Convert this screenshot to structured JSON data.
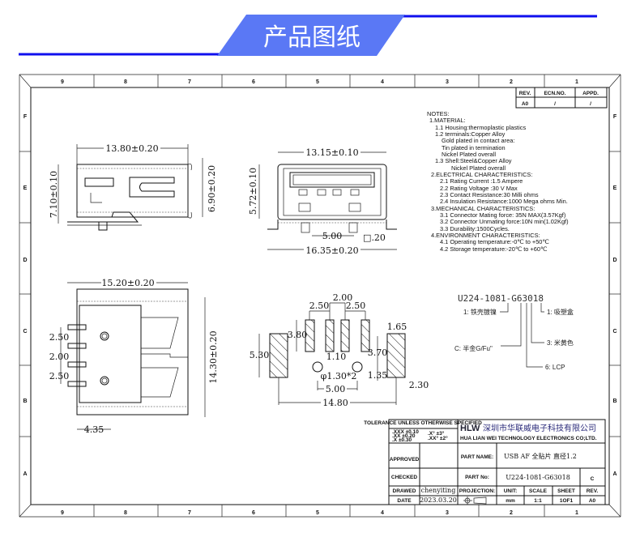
{
  "banner": {
    "title": "产品图纸",
    "bg_color": "#5a78f5",
    "line_color": "#1010ee"
  },
  "grid": {
    "columns": [
      "9",
      "8",
      "7",
      "6",
      "5",
      "4",
      "3",
      "2",
      "1"
    ],
    "rows": [
      "F",
      "E",
      "D",
      "C",
      "B",
      "A"
    ]
  },
  "revision_table": {
    "headers": [
      "REV.",
      "ECN.NO.",
      "APPD."
    ],
    "values": [
      "A0",
      "/",
      "/"
    ]
  },
  "notes": [
    "NOTES:",
    "1.MATERIAL:",
    "1.1  Housing:thermoplastic plastics",
    "1.2  terminals:Copper Alloy",
    "Gold plated in contact area:",
    "Tin plated in termination",
    "Nickel Plated overall",
    "1.3  Shell:Steel&Copper Alloy",
    "Nickel Plated overall",
    "2.ELECTRICAL CHARACTERISTICS:",
    "2.1  Rating Current :1.5 Ampere",
    "2.2  Rating Voltage :30 V Max",
    "2.3  Contact Resistance:30 Milli ohms",
    "2.4  Insulation Resistance:1000 Mega ohms Min.",
    "3.MECHANICAL CHARACTERISTICS:",
    "3.1  Connector Mating force: 35N MAX(3.57Kgf)",
    "3.2  Connector Unmating force:10N min(1.02Kgf)",
    "3.3  Durability:1500Cycles.",
    "4.ENVIRONMENT CHARACTERISTICS:",
    "4.1  Operating temperature:-0℃ to +50℃",
    "4.2  Storage temperature:-20℃ to +60℃"
  ],
  "side_view": {
    "width": "13.80±0.20",
    "height_left": "7.10±0.10",
    "height_right": "6.90±0.20"
  },
  "front_view": {
    "width": "13.15±0.10",
    "height": "5.72±0.10",
    "pitch": "5.00",
    "pin": "□.20",
    "overall": "16.35±0.20"
  },
  "top_view": {
    "width": "15.20±0.20",
    "height": "14.30±0.20",
    "pitch_a": "2.50",
    "pitch_b": "2.00",
    "pitch_c": "2.50",
    "offset": "4.35"
  },
  "footprint": {
    "d_200": "2.00",
    "d_250a": "2.50",
    "d_250b": "2.50",
    "d_380": "3.80",
    "d_165": "1.65",
    "d_530": "5.30",
    "d_370": "3.70",
    "d_110": "1.10",
    "d_hole": "φ1.30*2",
    "d_135": "1.35",
    "d_500": "5.00",
    "d_230": "2.30",
    "d_1480": "14.80"
  },
  "part_code": {
    "code": "U224-1081-G63018",
    "callouts": [
      "1: 铁壳镀镍",
      "1: 吸塑盒",
      "3: 米黄色",
      "C: 半金G/Fu\"",
      "6: LCP"
    ]
  },
  "title_block": {
    "tolerance_title": "TOLERANCE UNLESS OTHERWISE SPECIFIED",
    "tol_lines": [
      ".XXX ±0.10",
      ".XX ±0.20",
      ".X ±0.30"
    ],
    "ang_lines": [
      ".X° ±3°",
      ".XX° ±2°"
    ],
    "logo": "HLW",
    "company_cn": "深圳市华联威电子科技有限公司",
    "company_en": "HUA LIAN WEI TECHNOLOGY ELECTRONICS CO;LTD.",
    "approved_label": "APPROVED",
    "checked_label": "CHECKED",
    "drawed_label": "DRAWED",
    "drawed_value": "chenyiting",
    "date_label": "DATE",
    "date_value": "2023.03.20",
    "part_name_label": "PART NAME:",
    "part_name_value": "USB AF 全贴片 直径1.2",
    "part_no_label": "PART No:",
    "part_no_value": "U224-1081-G63018",
    "part_no_rev": "C",
    "projection_label": "PROJECTION:",
    "unit_label": "UNIT:",
    "unit_value": "mm",
    "scale_label": "SCALE",
    "scale_value": "1:1",
    "sheet_label": "SHEET",
    "sheet_value": "1OF1",
    "rev_label": "REV.",
    "rev_value": "A0"
  }
}
